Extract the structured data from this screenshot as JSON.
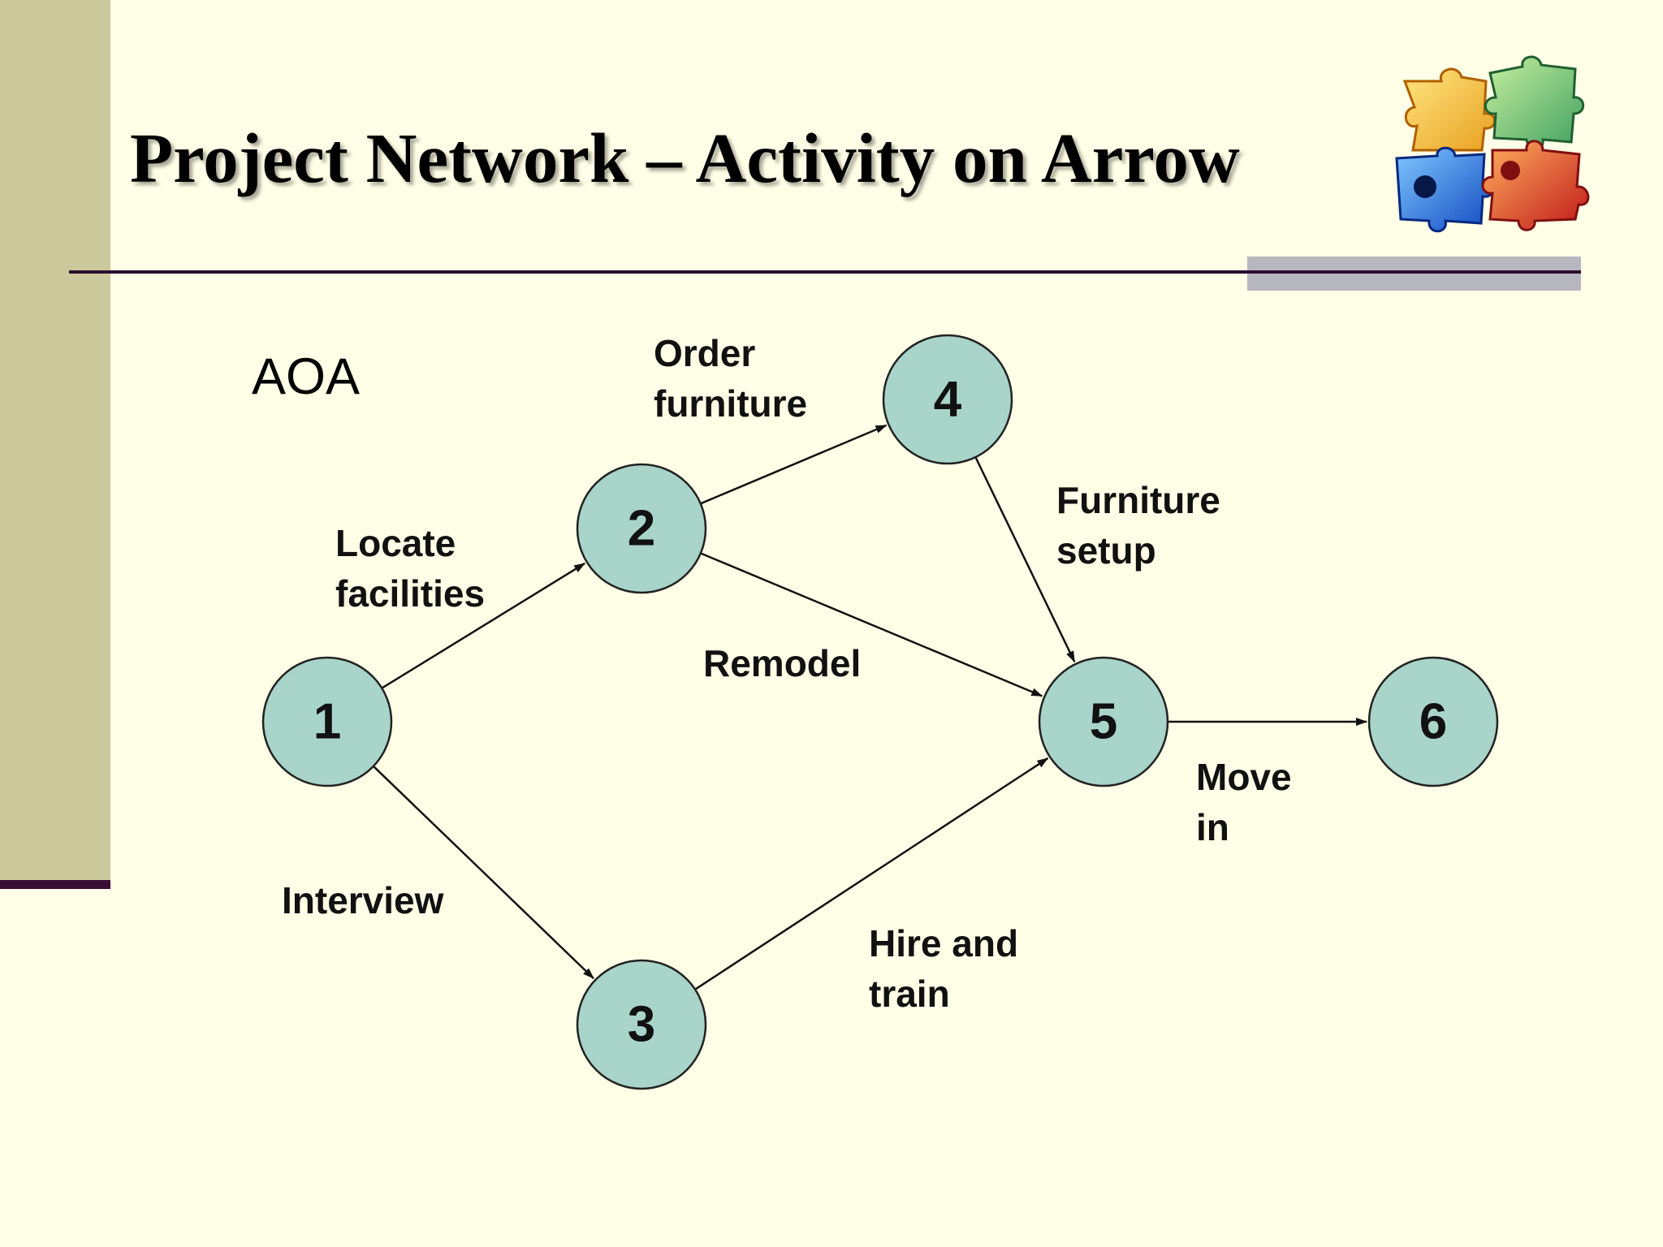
{
  "slide": {
    "title": "Project Network – Activity on Arrow",
    "label": "AOA"
  },
  "colors": {
    "background": "#FFFEE6",
    "sidebar": "#CBC99B",
    "sidebar_line": "#3A0F35",
    "node_fill": "#A8D4C9",
    "rule": "#2A0E30",
    "rule_accent": "#B7B7BF"
  },
  "decoration": {
    "icon": "puzzle-pieces-icon"
  },
  "network": {
    "nodes": [
      {
        "id": "1",
        "label": "1"
      },
      {
        "id": "2",
        "label": "2"
      },
      {
        "id": "3",
        "label": "3"
      },
      {
        "id": "4",
        "label": "4"
      },
      {
        "id": "5",
        "label": "5"
      },
      {
        "id": "6",
        "label": "6"
      }
    ],
    "activities": [
      {
        "from": "1",
        "to": "2",
        "label": "Locate\nfacilities"
      },
      {
        "from": "1",
        "to": "3",
        "label": "Interview"
      },
      {
        "from": "2",
        "to": "4",
        "label": "Order\nfurniture"
      },
      {
        "from": "2",
        "to": "5",
        "label": "Remodel"
      },
      {
        "from": "4",
        "to": "5",
        "label": "Furniture\nsetup"
      },
      {
        "from": "3",
        "to": "5",
        "label": "Hire and\ntrain"
      },
      {
        "from": "5",
        "to": "6",
        "label": "Move\nin"
      }
    ]
  }
}
